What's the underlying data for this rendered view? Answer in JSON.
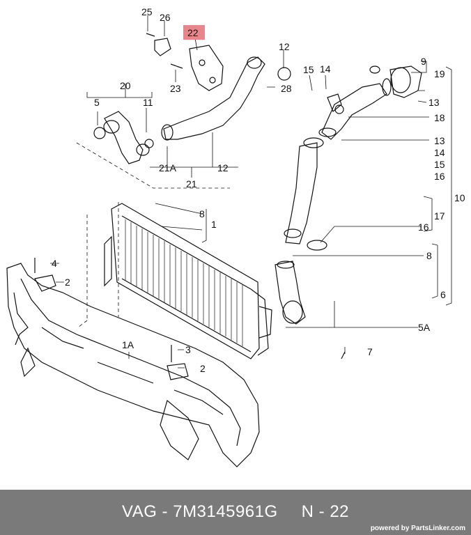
{
  "callouts": [
    {
      "id": "c22",
      "text": "22",
      "highlight": true
    },
    {
      "id": "c25",
      "text": "25"
    },
    {
      "id": "c26",
      "text": "26"
    },
    {
      "id": "c23",
      "text": "23"
    },
    {
      "id": "c12a",
      "text": "12"
    },
    {
      "id": "c28",
      "text": "28"
    },
    {
      "id": "c15",
      "text": "15"
    },
    {
      "id": "c14a",
      "text": "14"
    },
    {
      "id": "c9",
      "text": "9"
    },
    {
      "id": "c19",
      "text": "19"
    },
    {
      "id": "c13a",
      "text": "13"
    },
    {
      "id": "c18",
      "text": "18"
    },
    {
      "id": "c13b",
      "text": "13"
    },
    {
      "id": "c14b",
      "text": "14"
    },
    {
      "id": "c15b",
      "text": "15"
    },
    {
      "id": "c16a",
      "text": "16"
    },
    {
      "id": "c10",
      "text": "10"
    },
    {
      "id": "c17",
      "text": "17"
    },
    {
      "id": "c16b",
      "text": "16"
    },
    {
      "id": "c8b",
      "text": "8"
    },
    {
      "id": "c6",
      "text": "6"
    },
    {
      "id": "c5A",
      "text": "5A"
    },
    {
      "id": "c7",
      "text": "7"
    },
    {
      "id": "c20",
      "text": "20"
    },
    {
      "id": "c5",
      "text": "5"
    },
    {
      "id": "c11",
      "text": "11"
    },
    {
      "id": "c21A",
      "text": "21A"
    },
    {
      "id": "c12b",
      "text": "12"
    },
    {
      "id": "c21",
      "text": "21"
    },
    {
      "id": "c8a",
      "text": "8"
    },
    {
      "id": "c1",
      "text": "1"
    },
    {
      "id": "c4",
      "text": "4"
    },
    {
      "id": "c2a",
      "text": "2"
    },
    {
      "id": "c1A",
      "text": "1A"
    },
    {
      "id": "c3",
      "text": "3"
    },
    {
      "id": "c2b",
      "text": "2"
    }
  ],
  "footer": {
    "brand_part": "VAG - 7M3145961G",
    "position": "N - 22",
    "powered_by": "powered by PartsLinker.com",
    "background": "#7a7a7a"
  },
  "highlight_color": "#e8868c"
}
